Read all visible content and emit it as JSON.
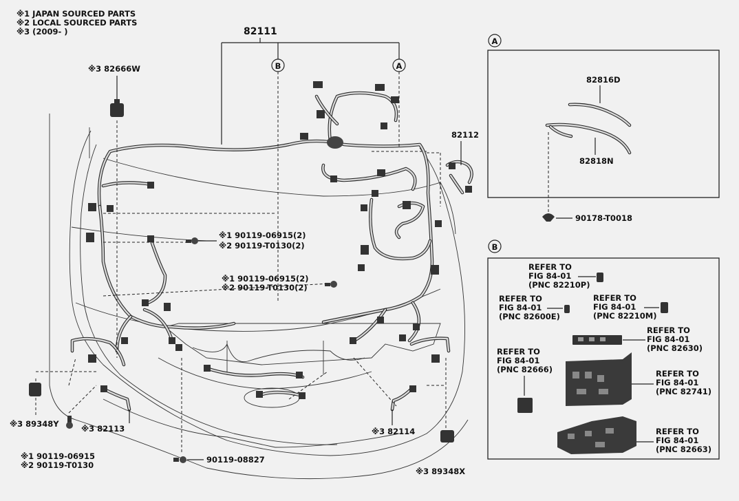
{
  "notes": [
    "※1 JAPAN SOURCED PARTS",
    "※2 LOCAL SOURCED PARTS",
    "※3 (2009-          )"
  ],
  "parts": {
    "main_harness": "82111",
    "p82666w": "※3 82666W",
    "p82112": "82112",
    "p82113": "※3 82113",
    "p82114": "※3 82114",
    "p89348y": "※3 89348Y",
    "p89348x": "※3 89348X",
    "bolt_center_1": "※1 90119-06915(2)",
    "bolt_center_2": "※2 90119-T0130(2)",
    "bolt_mid_1": "※1 90119-06915(2)",
    "bolt_mid_2": "※2 90119-T0130(2)",
    "bolt_left_1": "※1 90119-06915",
    "bolt_left_2": "※2 90119-T0130",
    "bolt_bottom": "90119-08827"
  },
  "callouts": {
    "a": "A",
    "b": "B"
  },
  "inset_a": {
    "p82816d": "82816D",
    "p82818n": "82818N",
    "clip": "90178-T0018"
  },
  "inset_b": {
    "ref_82210p": [
      "REFER TO",
      "FIG 84-01",
      "(PNC 82210P)"
    ],
    "ref_82600e": [
      "REFER TO",
      "FIG 84-01",
      "(PNC 82600E)"
    ],
    "ref_82210m": [
      "REFER TO",
      "FIG 84-01",
      "(PNC 82210M)"
    ],
    "ref_82630": [
      "REFER TO",
      "FIG 84-01",
      "(PNC 82630)"
    ],
    "ref_82666": [
      "REFER TO",
      "FIG 84-01",
      "(PNC 82666)"
    ],
    "ref_82741": [
      "REFER TO",
      "FIG 84-01",
      "(PNC 82741)"
    ],
    "ref_82663": [
      "REFER TO",
      "FIG 84-01",
      "(PNC 82663)"
    ]
  }
}
